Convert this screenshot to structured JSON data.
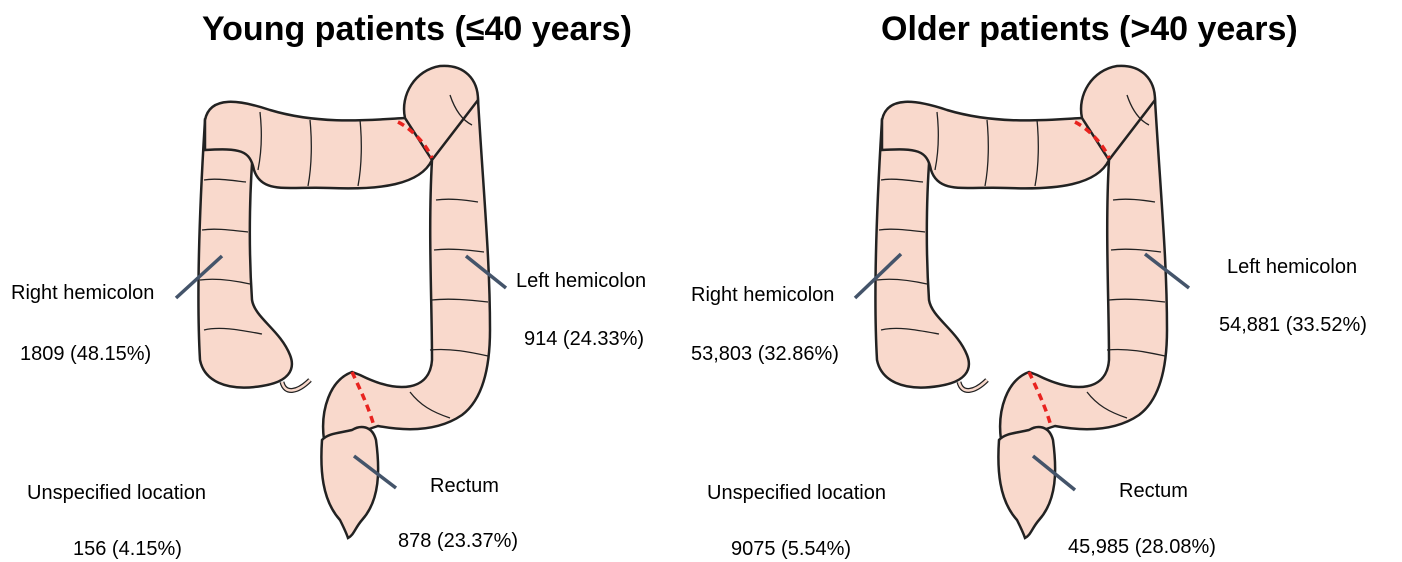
{
  "panels": [
    {
      "title": "Young patients (≤40 years)",
      "right": {
        "label": "Right hemicolon",
        "value": "1809 (48.15%)"
      },
      "left": {
        "label": "Left hemicolon",
        "value": "914 (24.33%)"
      },
      "rectum": {
        "label": "Rectum",
        "value": "878 (23.37%)"
      },
      "unspecified": {
        "label": "Unspecified location",
        "value": "156 (4.15%)"
      }
    },
    {
      "title": "Older patients (>40 years)",
      "right": {
        "label": "Right hemicolon",
        "value": "53,803 (32.86%)"
      },
      "left": {
        "label": "Left hemicolon",
        "value": "54,881 (33.52%)"
      },
      "rectum": {
        "label": "Rectum",
        "value": "45,985 (28.08%)"
      },
      "unspecified": {
        "label": "Unspecified location",
        "value": "9075 (5.54%)"
      }
    }
  ],
  "colors": {
    "organ_fill": "#f9d9cc",
    "organ_stroke": "#222222",
    "divider": "#e8231f",
    "pointer": "#44546a"
  }
}
